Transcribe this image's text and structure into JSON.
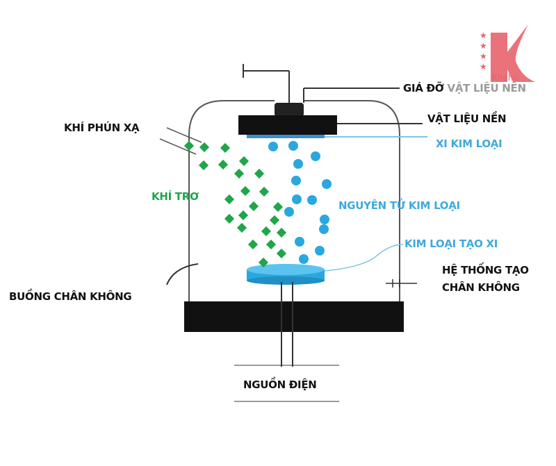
{
  "logo": {
    "text": "Khaho",
    "color": "#e8636b"
  },
  "labels": {
    "substrate_holder_a": "GIÁ ĐỠ ",
    "substrate_holder_b": "VẬT LIỆU NỀN",
    "substrate": "VẬT LIỆU NỀN",
    "metal_slag": "XI KIM LOẠI",
    "sputter_gas": "KHÍ PHÚN XẠ",
    "inert_gas": "KHÍ TRƠ",
    "metal_atoms": "NGUYÊN TỬ KIM LOẠI",
    "target_metal": "KIM LOẠI TẠO XI",
    "vacuum_system_1": "HỆ THỐNG TẠO",
    "vacuum_system_2": "CHÂN KHÔNG",
    "vacuum_chamber": "BUỒNG CHÂN KHÔNG",
    "power_source": "NGUỒN ĐIỆN"
  },
  "colors": {
    "green": "#1fa64a",
    "blue": "#29a8e0",
    "label_blue": "#3fa9dc",
    "black": "#111111"
  }
}
